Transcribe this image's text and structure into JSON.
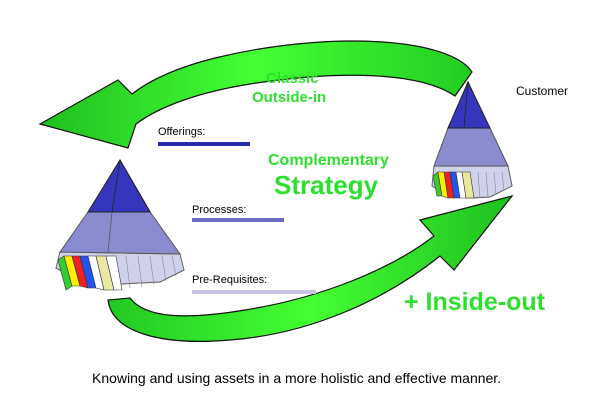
{
  "diagram": {
    "classic_line1": "Classic",
    "classic_line2": "Outside-in",
    "customer": "Customer",
    "complementary": "Complementary",
    "strategy": "Strategy",
    "offerings": "Offerings:",
    "processes": "Processes:",
    "prerequisites": "Pre-Requisites:",
    "inside_out": "+ Inside-out",
    "caption": "Knowing and using assets in a more holistic and effective manner."
  },
  "colors": {
    "arrow_green": "#33ee22",
    "label_green": "#2ee02e",
    "pyramid_top": "#3333bb",
    "pyramid_mid": "#8888cc",
    "pyramid_base": "#c8c8e6",
    "offerings_bar": "#2a2ab0",
    "processes_bar": "#6b6bbf",
    "prerequisites_bar": "#c4c4e6",
    "base_stripes": [
      "#33cc33",
      "#ffee00",
      "#ee2222",
      "#2255ee",
      "#ffffff",
      "#e8e8a0",
      "#ffffff"
    ]
  }
}
